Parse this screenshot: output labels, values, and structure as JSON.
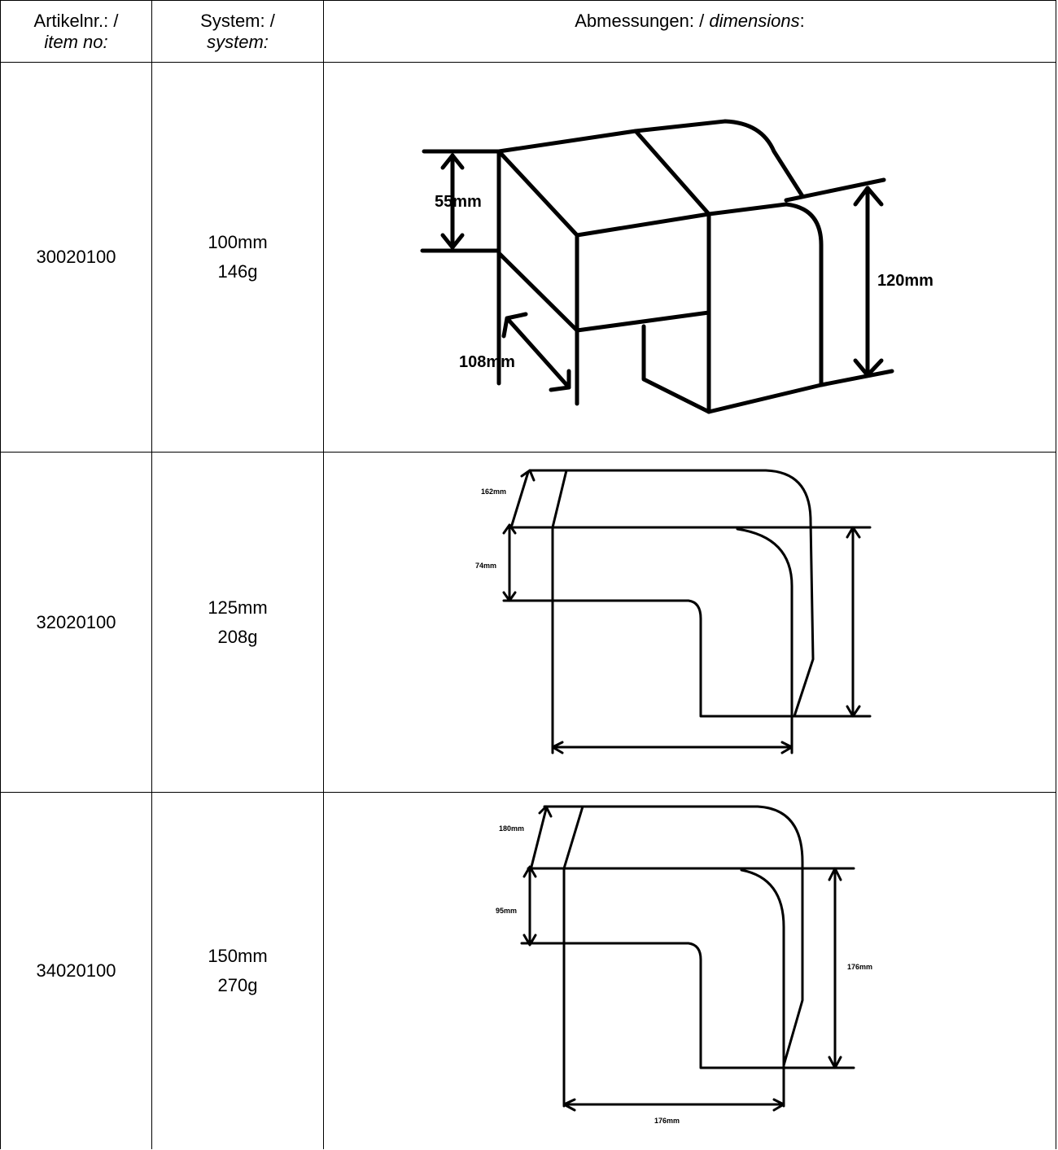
{
  "header": {
    "item_de": "Artikelnr.: /",
    "item_en": "item no:",
    "system_de": "System: /",
    "system_en": "system:",
    "dims_de": "Abmessungen: / ",
    "dims_en": "dimensions",
    "dims_colon": ":"
  },
  "rows": [
    {
      "item": "30020100",
      "size": "100mm",
      "weight": "146g",
      "dims": {
        "height_a": "55mm",
        "depth": "108mm",
        "height_b": "120mm"
      }
    },
    {
      "item": "32020100",
      "size": "125mm",
      "weight": "208g",
      "dims": {
        "depth": "162mm",
        "inner": "74mm"
      }
    },
    {
      "item": "34020100",
      "size": "150mm",
      "weight": "270g",
      "dims": {
        "depth": "180mm",
        "inner": "95mm",
        "height": "176mm",
        "width": "176mm"
      }
    }
  ]
}
